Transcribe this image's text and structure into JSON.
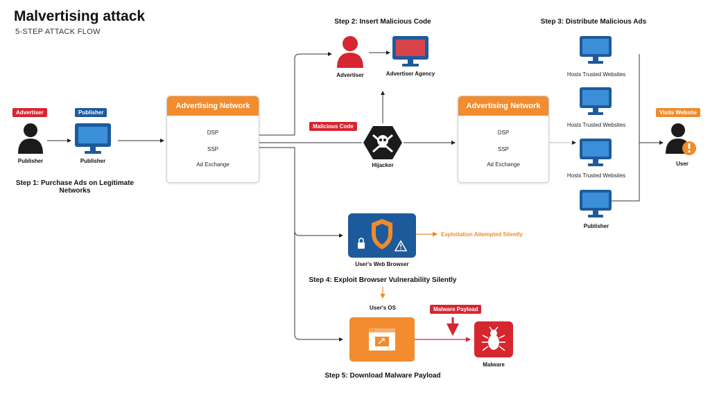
{
  "header": {
    "title": "Malvertising attack",
    "subtitle": "5-STEP ATTACK FLOW"
  },
  "steps": {
    "step1": "Step 1: Purchase Ads on Legitimate Networks",
    "step2": "Step 2: Insert Malicious Code",
    "step3": "Step 3: Distribute Malicious Ads",
    "step4": "Step 4: Exploit Browser Vulnerability Silently",
    "step5": "Step 5: Download Malware Payload"
  },
  "left": {
    "advertiser_tag": "Advertiser",
    "publisher_tag": "Publisher",
    "person_label": "Publisher",
    "monitor_label": "Publisher"
  },
  "network_left": {
    "title": "Advertising Network",
    "rows": [
      "DSP",
      "SSP",
      "Ad Exchange"
    ]
  },
  "network_right": {
    "title": "Advertising Network",
    "rows": [
      "DSP",
      "SSP",
      "Ad Exchange"
    ]
  },
  "step2_nodes": {
    "advertiser": "Advertiser",
    "agency": "Advertiser Agency"
  },
  "hijack": {
    "tag": "Malicious Code",
    "label": "Hijacker"
  },
  "distribute": {
    "sites": [
      "Hosts Trusted Websites",
      "Hosts Trusted Websites",
      "Hosts Trusted Websites"
    ],
    "publisher": "Publisher"
  },
  "user": {
    "tag": "Visits Website",
    "label": "User"
  },
  "browser": {
    "label": "User's Web Browser",
    "exploit_note": "Exploitation Attempted Silently"
  },
  "os": {
    "label": "User's OS",
    "payload_tag": "Malware Payload",
    "malware_label": "Malware"
  },
  "colors": {
    "orange": "#f28c2e",
    "red": "#d62630",
    "blue": "#1d5a9c",
    "dark": "#1b1b1b"
  }
}
